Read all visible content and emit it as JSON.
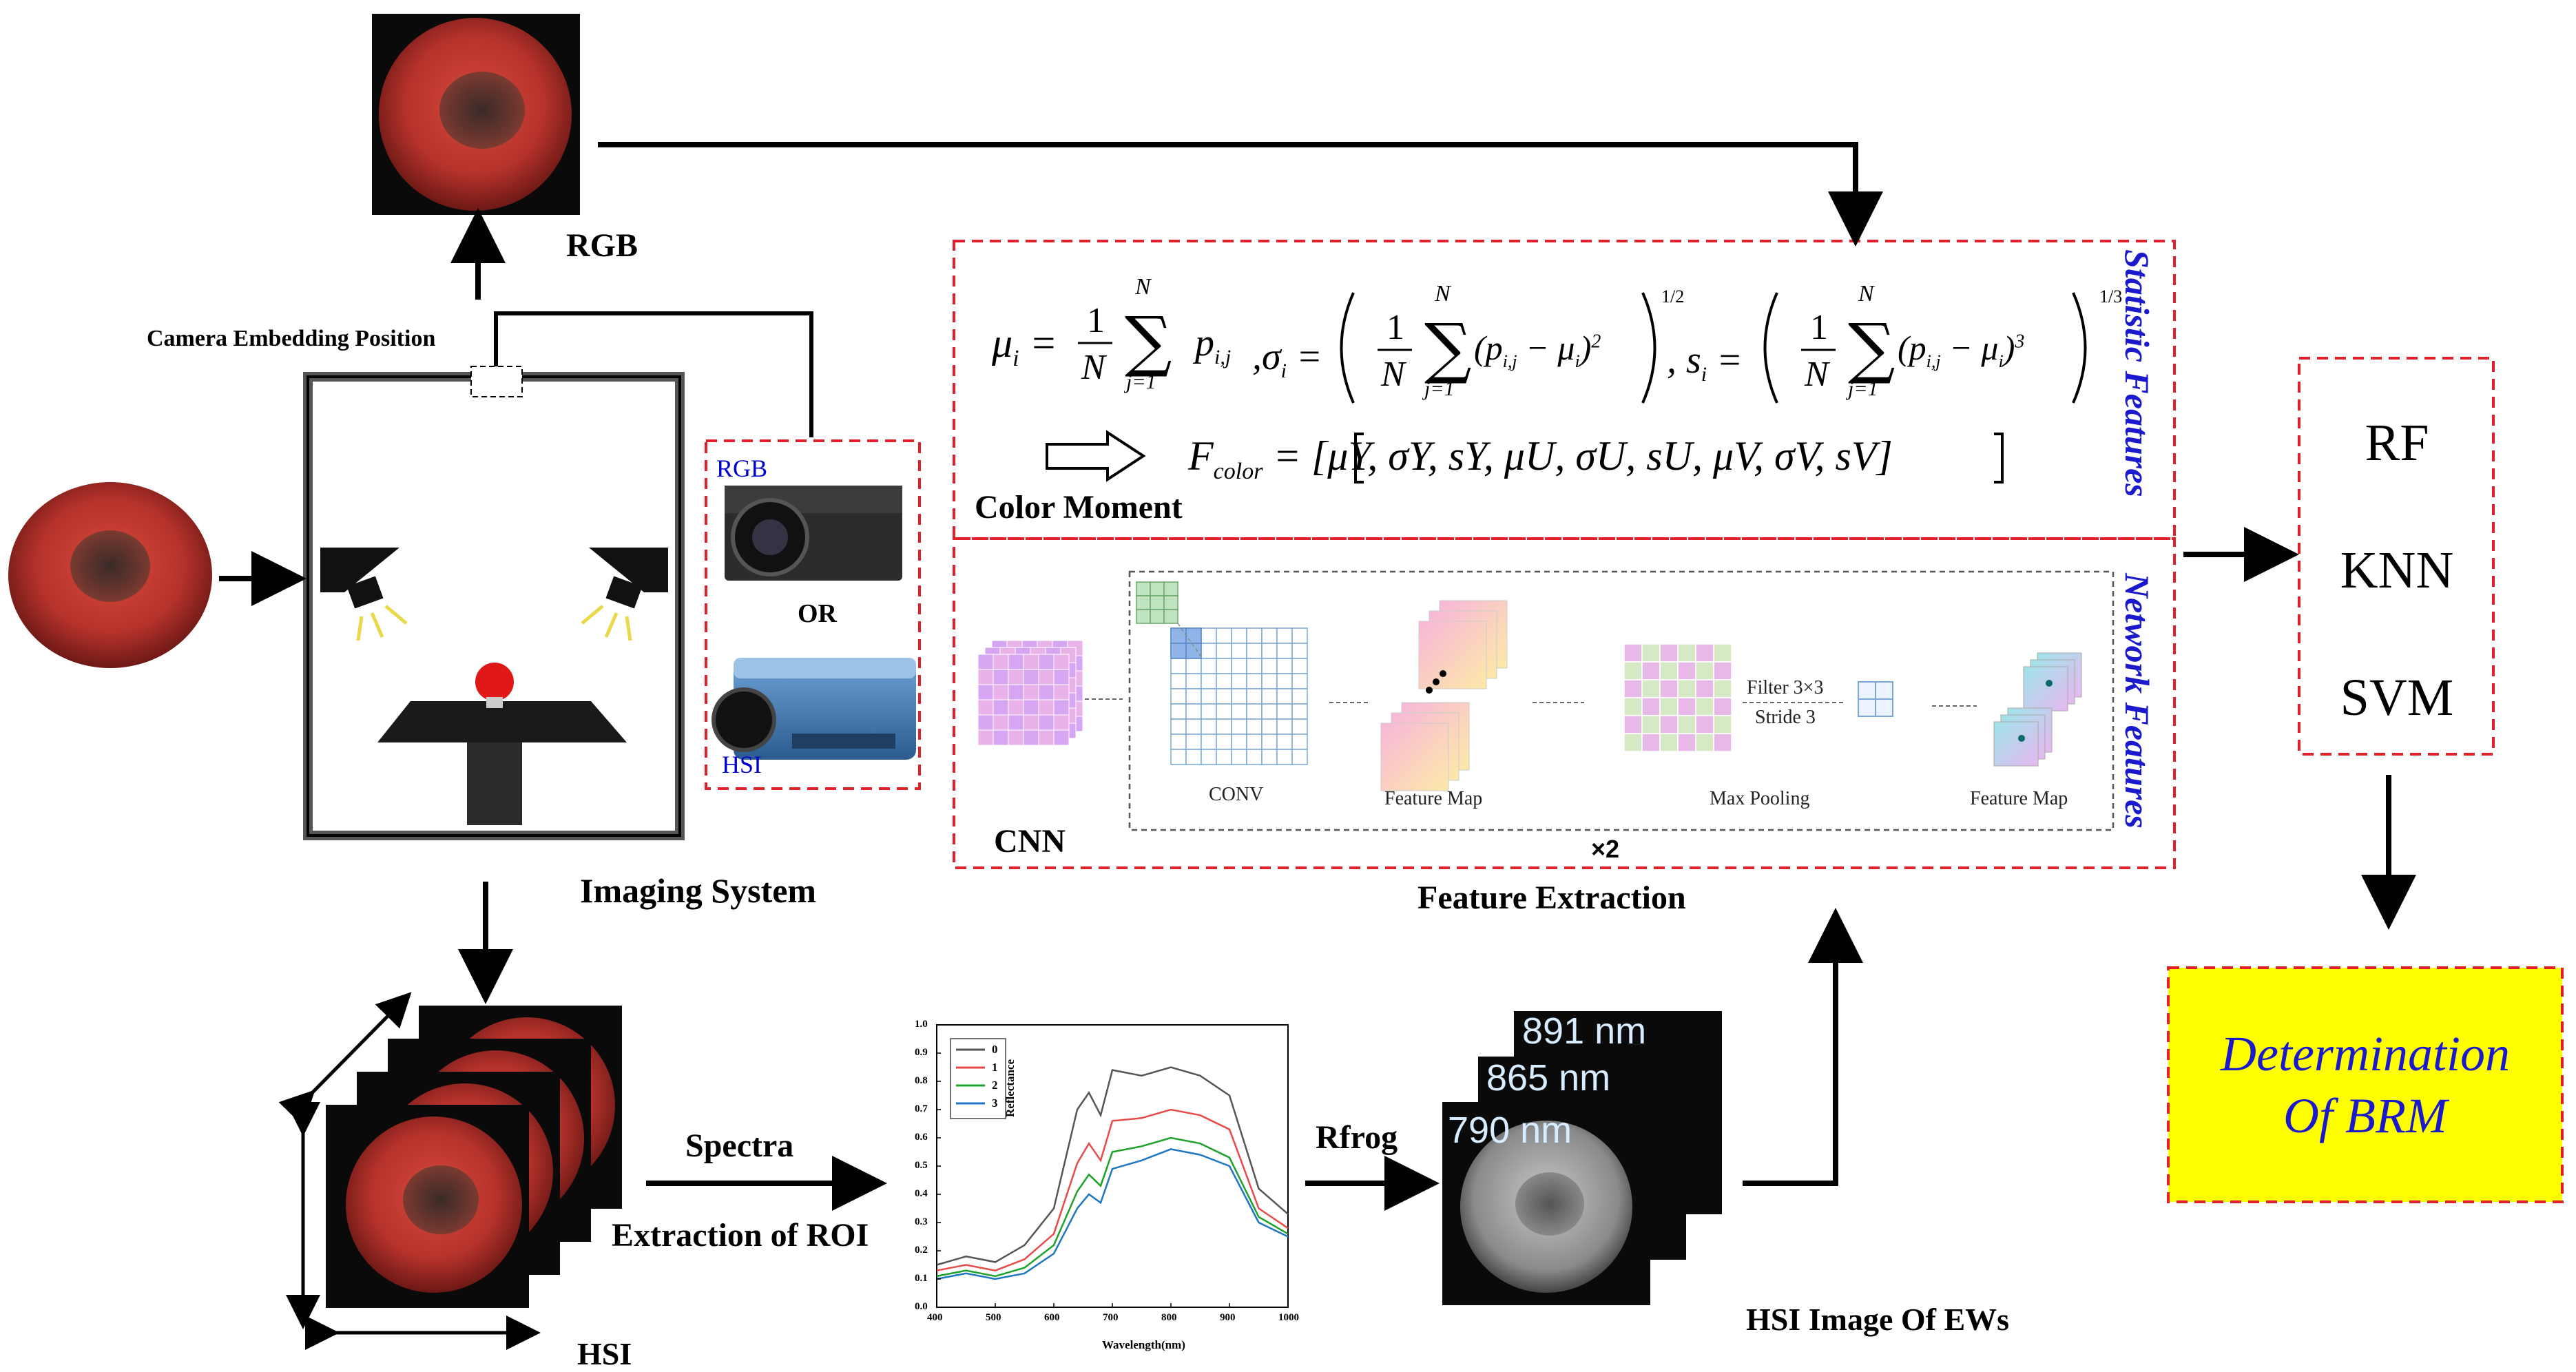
{
  "labels": {
    "rgb_top": "RGB",
    "camera_embedding": "Camera Embedding Position",
    "imaging_system": "Imaging System",
    "camera_rgb": "RGB",
    "camera_or": "OR",
    "camera_hsi": "HSI",
    "hsi_cube": "HSI",
    "spectra": "Spectra",
    "extraction_roi": "Extraction of ROI",
    "rfrog": "Rfrog",
    "hsi_image_ews": "HSI Image Of EWs",
    "feature_extraction": "Feature Extraction",
    "color_moment": "Color Moment",
    "cnn": "CNN",
    "conv": "CONV",
    "feature_map_1": "Feature Map",
    "max_pooling": "Max Pooling",
    "filter": "Filter 3×3",
    "stride": "Stride 3",
    "feature_map_2": "Feature Map",
    "repeat": "×2",
    "statistic_features": "Statistic Features",
    "network_features": "Network Features",
    "determination_line1": "Determination",
    "determination_line2": "Of BRM"
  },
  "bands": [
    "891 nm",
    "865 nm",
    "790 nm"
  ],
  "classifiers": [
    "RF",
    "KNN",
    "SVM"
  ],
  "formulas": {
    "mu_lhs": "μ",
    "sigma_lhs": "σ",
    "s_lhs": "s",
    "frac_num": "1",
    "frac_den": "N",
    "sum_top": "N",
    "sum_bottom": "j=1",
    "p_term": "p",
    "sq_term": "(p",
    "exp_half": "1/2",
    "exp_third": "1/3",
    "fcolor_lhs": "F",
    "fcolor_sub": "color",
    "fcolor_rhs": "= [μY, σY, sY, μU, σU, sU, μV, σV, sV]"
  },
  "colors": {
    "dashed_red": "#e0202a",
    "title_blue": "#1a1acc",
    "determination_bg": "#ffff00",
    "determination_text": "#1a1acc",
    "series0": "#555555",
    "series1": "#e84a4a",
    "series2": "#1fa12a",
    "series3": "#1f77c4"
  },
  "chart_data": {
    "type": "line",
    "xlabel": "Wavelength(nm)",
    "ylabel": "Reflectance",
    "xlim": [
      400,
      1000
    ],
    "ylim": [
      0.0,
      1.0
    ],
    "x_ticks": [
      400,
      500,
      600,
      700,
      800,
      900,
      1000
    ],
    "y_ticks": [
      0.0,
      0.1,
      0.2,
      0.3,
      0.4,
      0.5,
      0.6,
      0.7,
      0.8,
      0.9,
      1.0
    ],
    "legend_position": "top-left",
    "x": [
      400,
      450,
      500,
      550,
      600,
      640,
      660,
      680,
      700,
      750,
      800,
      850,
      900,
      950,
      1000
    ],
    "series": [
      {
        "name": "0",
        "values": [
          0.15,
          0.18,
          0.16,
          0.22,
          0.35,
          0.7,
          0.76,
          0.68,
          0.84,
          0.82,
          0.85,
          0.82,
          0.75,
          0.42,
          0.33
        ]
      },
      {
        "name": "1",
        "values": [
          0.13,
          0.15,
          0.13,
          0.17,
          0.26,
          0.51,
          0.58,
          0.52,
          0.66,
          0.67,
          0.7,
          0.68,
          0.63,
          0.35,
          0.28
        ]
      },
      {
        "name": "2",
        "values": [
          0.11,
          0.13,
          0.11,
          0.14,
          0.22,
          0.41,
          0.47,
          0.43,
          0.55,
          0.57,
          0.6,
          0.58,
          0.53,
          0.32,
          0.26
        ]
      },
      {
        "name": "3",
        "values": [
          0.1,
          0.12,
          0.1,
          0.12,
          0.19,
          0.35,
          0.4,
          0.37,
          0.49,
          0.52,
          0.56,
          0.54,
          0.5,
          0.3,
          0.25
        ]
      }
    ]
  }
}
